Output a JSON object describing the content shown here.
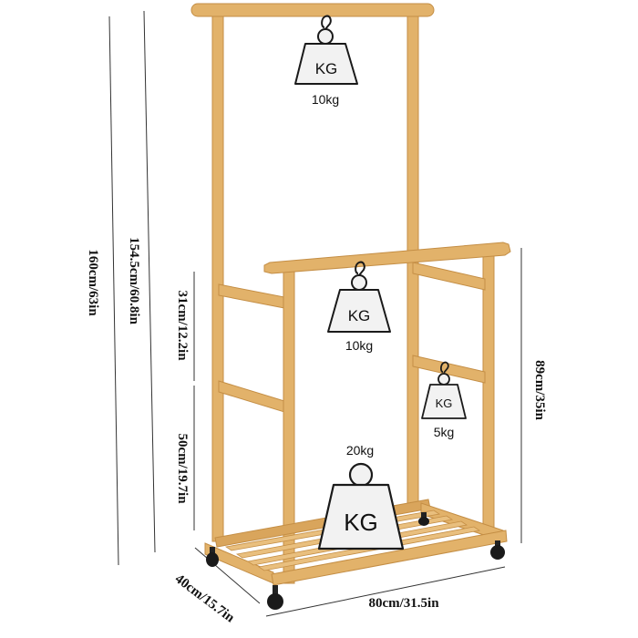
{
  "dimensions": {
    "total_height": "160cm/63in",
    "upper_height": "154.5cm/60.8in",
    "gap_upper": "31cm/12.2in",
    "gap_lower": "50cm/19.7in",
    "lower_rack_height": "89cm/35in",
    "depth": "40cm/15.7in",
    "width": "80cm/31.5in"
  },
  "weights": {
    "top_bar": {
      "badge": "KG",
      "load": "10kg"
    },
    "lower_bar": {
      "badge": "KG",
      "load": "10kg"
    },
    "side_rail": {
      "badge": "KG",
      "load": "5kg"
    },
    "shelf": {
      "badge": "KG",
      "load": "20kg"
    }
  },
  "colors": {
    "bamboo": "#e2b26a",
    "bamboo_dark": "#c48e45",
    "outline": "#1a1a1a",
    "weight_fill": "#f2f2f2"
  }
}
